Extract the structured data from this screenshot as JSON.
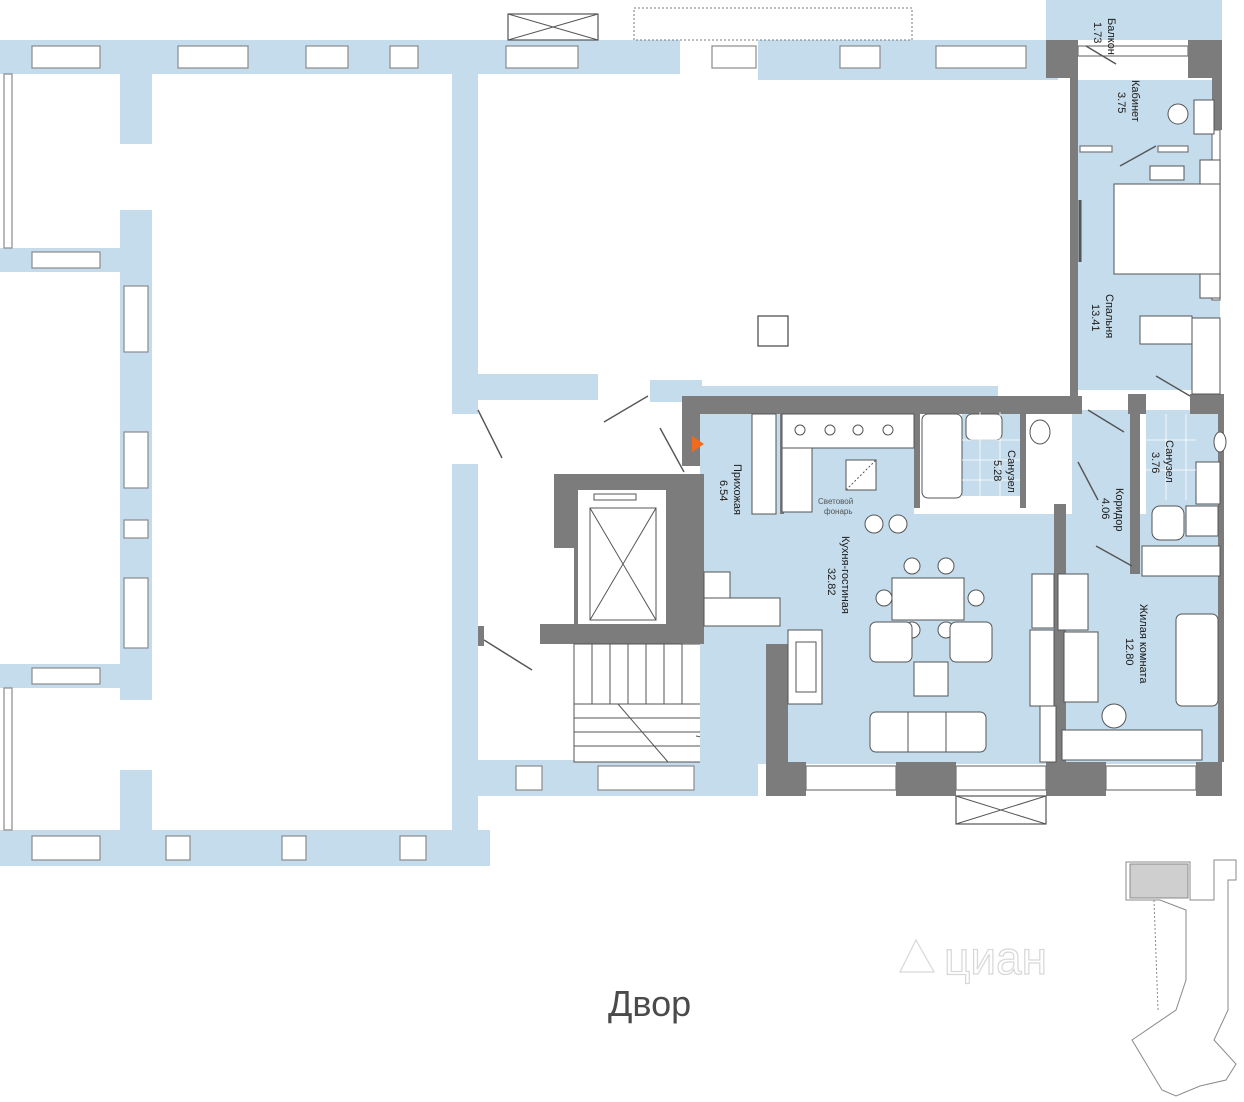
{
  "colors": {
    "wall": "#7c7c7c",
    "window": "#c4dceb",
    "apartment": "#c4dceb",
    "entry_marker": "#f26b1d"
  },
  "rooms": [
    {
      "name": "Балкон",
      "area": "1.73"
    },
    {
      "name": "Кабинет",
      "area": "3.75"
    },
    {
      "name": "Спальня",
      "area": "13.41"
    },
    {
      "name": "Санузел",
      "area": "3.76"
    },
    {
      "name": "Коридор",
      "area": "4.06"
    },
    {
      "name": "Санузел",
      "area": "5.28"
    },
    {
      "name": "Прихожая",
      "area": "6.54"
    },
    {
      "name": "Кухня-гостиная",
      "area": "32.82"
    },
    {
      "name": "Жилая комната",
      "area": "12.80"
    }
  ],
  "skylight_label": [
    "Световой",
    "фонарь"
  ],
  "yard_label": "Двор",
  "watermark": "циан",
  "icons": [
    "entry-arrow-icon",
    "watermark-logo-icon",
    "key-plan-icon"
  ]
}
